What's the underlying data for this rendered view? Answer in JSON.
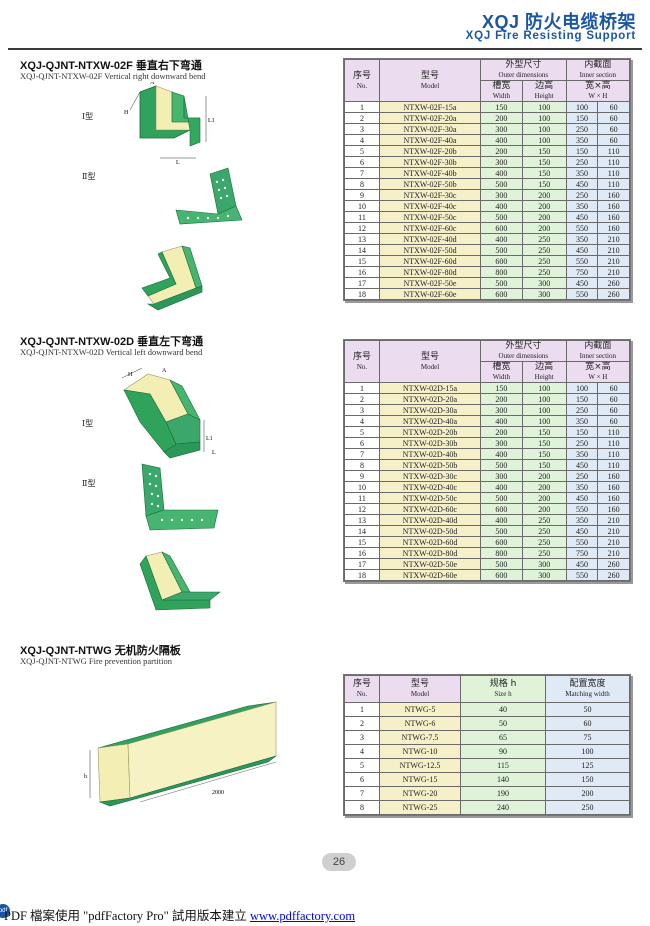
{
  "header": {
    "title_cn": "XQJ 防火电缆桥架",
    "title_en": "XQJ  Fire Resisting Support"
  },
  "sections": [
    {
      "title": "XQJ-QJNT-NTXW-02F 垂直右下弯通",
      "subtitle": "XQJ-QJNT-NTXW-02F Vertical right downward bend",
      "type1": "Ⅰ型",
      "type2": "Ⅱ型",
      "dims": {
        "h": "H",
        "a": "A",
        "l": "L",
        "l1": "L1"
      },
      "table": {
        "h_no_cn": "序号",
        "h_no_en": "No.",
        "h_model_cn": "型号",
        "h_model_en": "Model",
        "h_outer_cn": "外型尺寸",
        "h_outer_en": "Outer dimensions",
        "h_width_cn": "槽宽",
        "h_width_en": "Width",
        "h_height_cn": "边高",
        "h_height_en": "Height",
        "h_inner_cn": "内截面",
        "h_inner_en": "Inner section",
        "h_wh_cn": "宽×高",
        "h_wh_en": "W × H",
        "rows": [
          [
            "1",
            "NTXW-02F-15a",
            "150",
            "100",
            "100",
            "60"
          ],
          [
            "2",
            "NTXW-02F-20a",
            "200",
            "100",
            "150",
            "60"
          ],
          [
            "3",
            "NTXW-02F-30a",
            "300",
            "100",
            "250",
            "60"
          ],
          [
            "4",
            "NTXW-02F-40a",
            "400",
            "100",
            "350",
            "60"
          ],
          [
            "5",
            "NTXW-02F-20b",
            "200",
            "150",
            "150",
            "110"
          ],
          [
            "6",
            "NTXW-02F-30b",
            "300",
            "150",
            "250",
            "110"
          ],
          [
            "7",
            "NTXW-02F-40b",
            "400",
            "150",
            "350",
            "110"
          ],
          [
            "8",
            "NTXW-02F-50b",
            "500",
            "150",
            "450",
            "110"
          ],
          [
            "9",
            "NTXW-02F-30c",
            "300",
            "200",
            "250",
            "160"
          ],
          [
            "10",
            "NTXW-02F-40c",
            "400",
            "200",
            "350",
            "160"
          ],
          [
            "11",
            "NTXW-02F-50c",
            "500",
            "200",
            "450",
            "160"
          ],
          [
            "12",
            "NTXW-02F-60c",
            "600",
            "200",
            "550",
            "160"
          ],
          [
            "13",
            "NTXW-02F-40d",
            "400",
            "250",
            "350",
            "210"
          ],
          [
            "14",
            "NTXW-02F-50d",
            "500",
            "250",
            "450",
            "210"
          ],
          [
            "15",
            "NTXW-02F-60d",
            "600",
            "250",
            "550",
            "210"
          ],
          [
            "16",
            "NTXW-02F-80d",
            "800",
            "250",
            "750",
            "210"
          ],
          [
            "17",
            "NTXW-02F-50e",
            "500",
            "300",
            "450",
            "260"
          ],
          [
            "18",
            "NTXW-02F-60e",
            "600",
            "300",
            "550",
            "260"
          ]
        ]
      }
    },
    {
      "title": "XQJ-QJNT-NTXW-02D 垂直左下弯通",
      "subtitle": "XQJ-QJNT-NTXW-02D Vertical left downward bend",
      "type1": "Ⅰ型",
      "type2": "Ⅱ型",
      "dims": {
        "h": "H",
        "a": "A",
        "l": "L",
        "l1": "L1"
      },
      "table": {
        "h_no_cn": "序号",
        "h_no_en": "No.",
        "h_model_cn": "型号",
        "h_model_en": "Model",
        "h_outer_cn": "外型尺寸",
        "h_outer_en": "Outer dimensions",
        "h_width_cn": "槽宽",
        "h_width_en": "Width",
        "h_height_cn": "边高",
        "h_height_en": "Height",
        "h_inner_cn": "内截面",
        "h_inner_en": "Inner section",
        "h_wh_cn": "宽×高",
        "h_wh_en": "W × H",
        "rows": [
          [
            "1",
            "NTXW-02D-15a",
            "150",
            "100",
            "100",
            "60"
          ],
          [
            "2",
            "NTXW-02D-20a",
            "200",
            "100",
            "150",
            "60"
          ],
          [
            "3",
            "NTXW-02D-30a",
            "300",
            "100",
            "250",
            "60"
          ],
          [
            "4",
            "NTXW-02D-40a",
            "400",
            "100",
            "350",
            "60"
          ],
          [
            "5",
            "NTXW-02D-20b",
            "200",
            "150",
            "150",
            "110"
          ],
          [
            "6",
            "NTXW-02D-30b",
            "300",
            "150",
            "250",
            "110"
          ],
          [
            "7",
            "NTXW-02D-40b",
            "400",
            "150",
            "350",
            "110"
          ],
          [
            "8",
            "NTXW-02D-50b",
            "500",
            "150",
            "450",
            "110"
          ],
          [
            "9",
            "NTXW-02D-30c",
            "300",
            "200",
            "250",
            "160"
          ],
          [
            "10",
            "NTXW-02D-40c",
            "400",
            "200",
            "350",
            "160"
          ],
          [
            "11",
            "NTXW-02D-50c",
            "500",
            "200",
            "450",
            "160"
          ],
          [
            "12",
            "NTXW-02D-60c",
            "600",
            "200",
            "550",
            "160"
          ],
          [
            "13",
            "NTXW-02D-40d",
            "400",
            "250",
            "350",
            "210"
          ],
          [
            "14",
            "NTXW-02D-50d",
            "500",
            "250",
            "450",
            "210"
          ],
          [
            "15",
            "NTXW-02D-60d",
            "600",
            "250",
            "550",
            "210"
          ],
          [
            "16",
            "NTXW-02D-80d",
            "800",
            "250",
            "750",
            "210"
          ],
          [
            "17",
            "NTXW-02D-50e",
            "500",
            "300",
            "450",
            "260"
          ],
          [
            "18",
            "NTXW-02D-60e",
            "600",
            "300",
            "550",
            "260"
          ]
        ]
      }
    },
    {
      "title": "XQJ-QJNT-NTWG 无机防火隔板",
      "subtitle": "XQJ-QJNT-NTWG Fire prevention partition",
      "dims": {
        "h": "h",
        "length": "2000"
      },
      "table": {
        "h_no_cn": "序号",
        "h_no_en": "No.",
        "h_model_cn": "型号",
        "h_model_en": "Model",
        "h_size_cn": "规格 h",
        "h_size_en": "Size h",
        "h_match_cn": "配置宽度",
        "h_match_en": "Matching width",
        "rows": [
          [
            "1",
            "NTWG-5",
            "40",
            "50"
          ],
          [
            "2",
            "NTWG-6",
            "50",
            "60"
          ],
          [
            "3",
            "NTWG-7.5",
            "65",
            "75"
          ],
          [
            "4",
            "NTWG-10",
            "90",
            "100"
          ],
          [
            "5",
            "NTWG-12.5",
            "115",
            "125"
          ],
          [
            "6",
            "NTWG-15",
            "140",
            "150"
          ],
          [
            "7",
            "NTWG-20",
            "190",
            "200"
          ],
          [
            "8",
            "NTWG-25",
            "240",
            "250"
          ]
        ]
      }
    }
  ],
  "page_number": "26",
  "footer": {
    "text": "PDF 檔案使用 \"pdfFactory Pro\" 試用版本建立 ",
    "link": "www.pdffactory.com",
    "icon_label": "pdf"
  }
}
